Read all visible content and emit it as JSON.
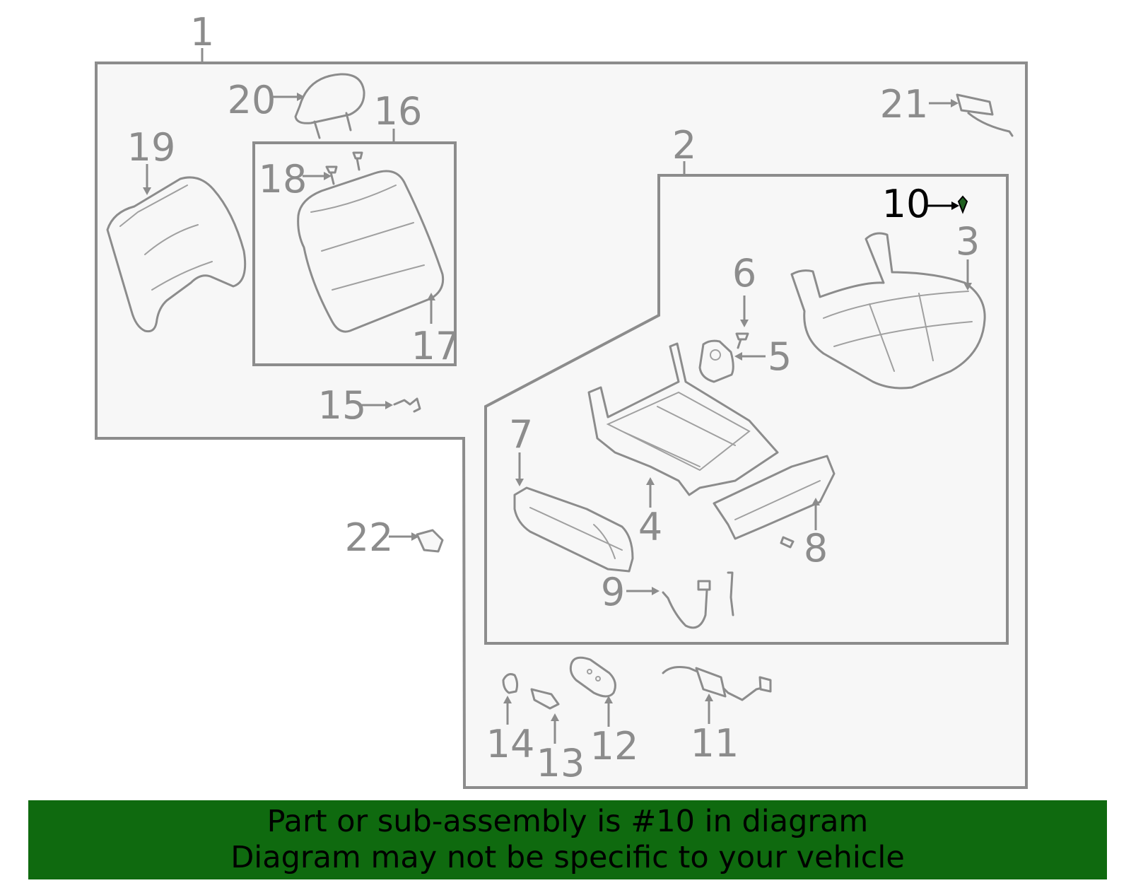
{
  "callouts": [
    {
      "id": "c1",
      "label": "1"
    },
    {
      "id": "c2",
      "label": "2"
    },
    {
      "id": "c3",
      "label": "3"
    },
    {
      "id": "c4",
      "label": "4"
    },
    {
      "id": "c5",
      "label": "5"
    },
    {
      "id": "c6",
      "label": "6"
    },
    {
      "id": "c7",
      "label": "7"
    },
    {
      "id": "c8",
      "label": "8"
    },
    {
      "id": "c9",
      "label": "9"
    },
    {
      "id": "c10",
      "label": "10",
      "highlighted": true
    },
    {
      "id": "c11",
      "label": "11"
    },
    {
      "id": "c12",
      "label": "12"
    },
    {
      "id": "c13",
      "label": "13"
    },
    {
      "id": "c14",
      "label": "14"
    },
    {
      "id": "c15",
      "label": "15"
    },
    {
      "id": "c16",
      "label": "16"
    },
    {
      "id": "c17",
      "label": "17"
    },
    {
      "id": "c18",
      "label": "18"
    },
    {
      "id": "c19",
      "label": "19"
    },
    {
      "id": "c20",
      "label": "20"
    },
    {
      "id": "c21",
      "label": "21"
    },
    {
      "id": "c22",
      "label": "22"
    }
  ],
  "banner": {
    "line1": "Part or sub-assembly is #10 in diagram",
    "line2": "Diagram may not be specific to your vehicle"
  },
  "colors": {
    "line_gray": "#8c8c8c",
    "panel_fill": "#f7f7f7",
    "highlight": "#000000",
    "banner_bg": "#0f6a0f",
    "banner_text": "#000000"
  }
}
